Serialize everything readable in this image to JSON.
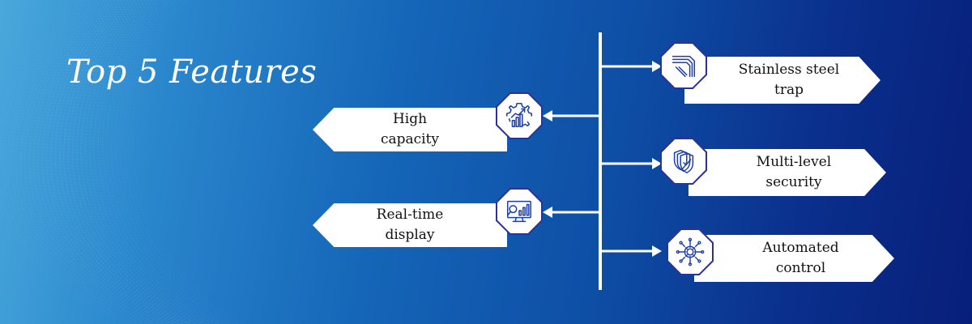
{
  "title": "Top 5 Features",
  "features": {
    "high_capacity": {
      "label": "High\ncapacity",
      "icon": "gear-chart-icon"
    },
    "realtime": {
      "label": "Real-time\ndisplay",
      "icon": "monitor-magnifier-icon"
    },
    "stainless": {
      "label": "Stainless steel\ntrap",
      "icon": "stacked-layers-icon"
    },
    "security": {
      "label": "Multi-level\nsecurity",
      "icon": "shield-check-icon"
    },
    "automated": {
      "label": "Automated\ncontrol",
      "icon": "circuit-gear-icon"
    }
  },
  "colors": {
    "outline": "#2d3196",
    "icon_stroke": "#1c3fa8",
    "connector": "#ffffff"
  }
}
